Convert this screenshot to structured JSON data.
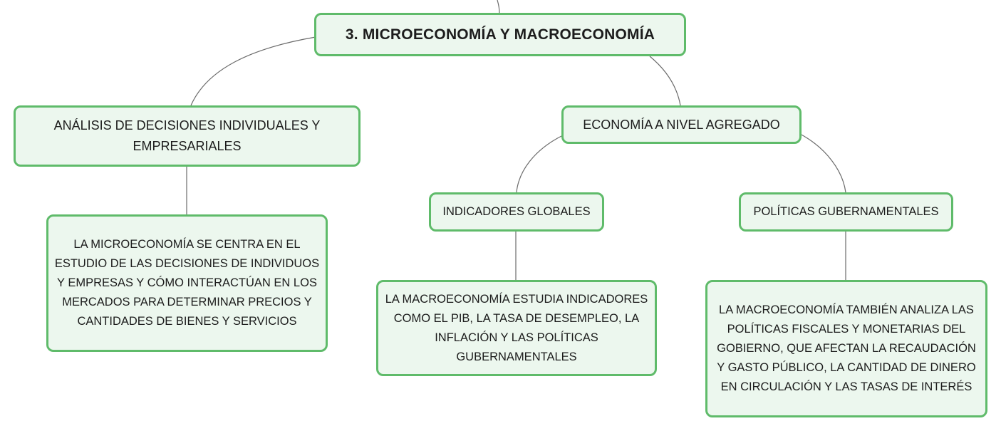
{
  "root": {
    "title": "3. MICROECONOMÍA Y MACROECONOMÍA"
  },
  "micro": {
    "title": "ANÁLISIS DE DECISIONES INDIVIDUALES Y EMPRESARIALES",
    "desc": "LA MICROECONOMÍA SE CENTRA EN EL ESTUDIO DE LAS DECISIONES DE INDIVIDUOS Y EMPRESAS Y CÓMO INTERACTÚAN EN LOS MERCADOS PARA DETERMINAR PRECIOS Y CANTIDADES DE BIENES Y SERVICIOS"
  },
  "macro": {
    "title": "ECONOMÍA A NIVEL AGREGADO",
    "indicadores": {
      "title": "INDICADORES GLOBALES",
      "desc": "LA MACROECONOMÍA ESTUDIA INDICADORES COMO EL PIB, LA TASA DE DESEMPLEO, LA INFLACIÓN Y LAS POLÍTICAS GUBERNAMENTALES"
    },
    "politicas": {
      "title": "POLÍTICAS GUBERNAMENTALES",
      "desc": "LA MACROECONOMÍA TAMBIÉN ANALIZA LAS POLÍTICAS FISCALES Y MONETARIAS DEL GOBIERNO, QUE AFECTAN LA RECAUDACIÓN Y GASTO PÚBLICO, LA CANTIDAD DE DINERO EN CIRCULACIÓN Y LAS TASAS DE INTERÉS"
    }
  },
  "colors": {
    "border": "#5fbb6a",
    "fill": "#ecf7ee",
    "connector": "#6b6b6b"
  }
}
